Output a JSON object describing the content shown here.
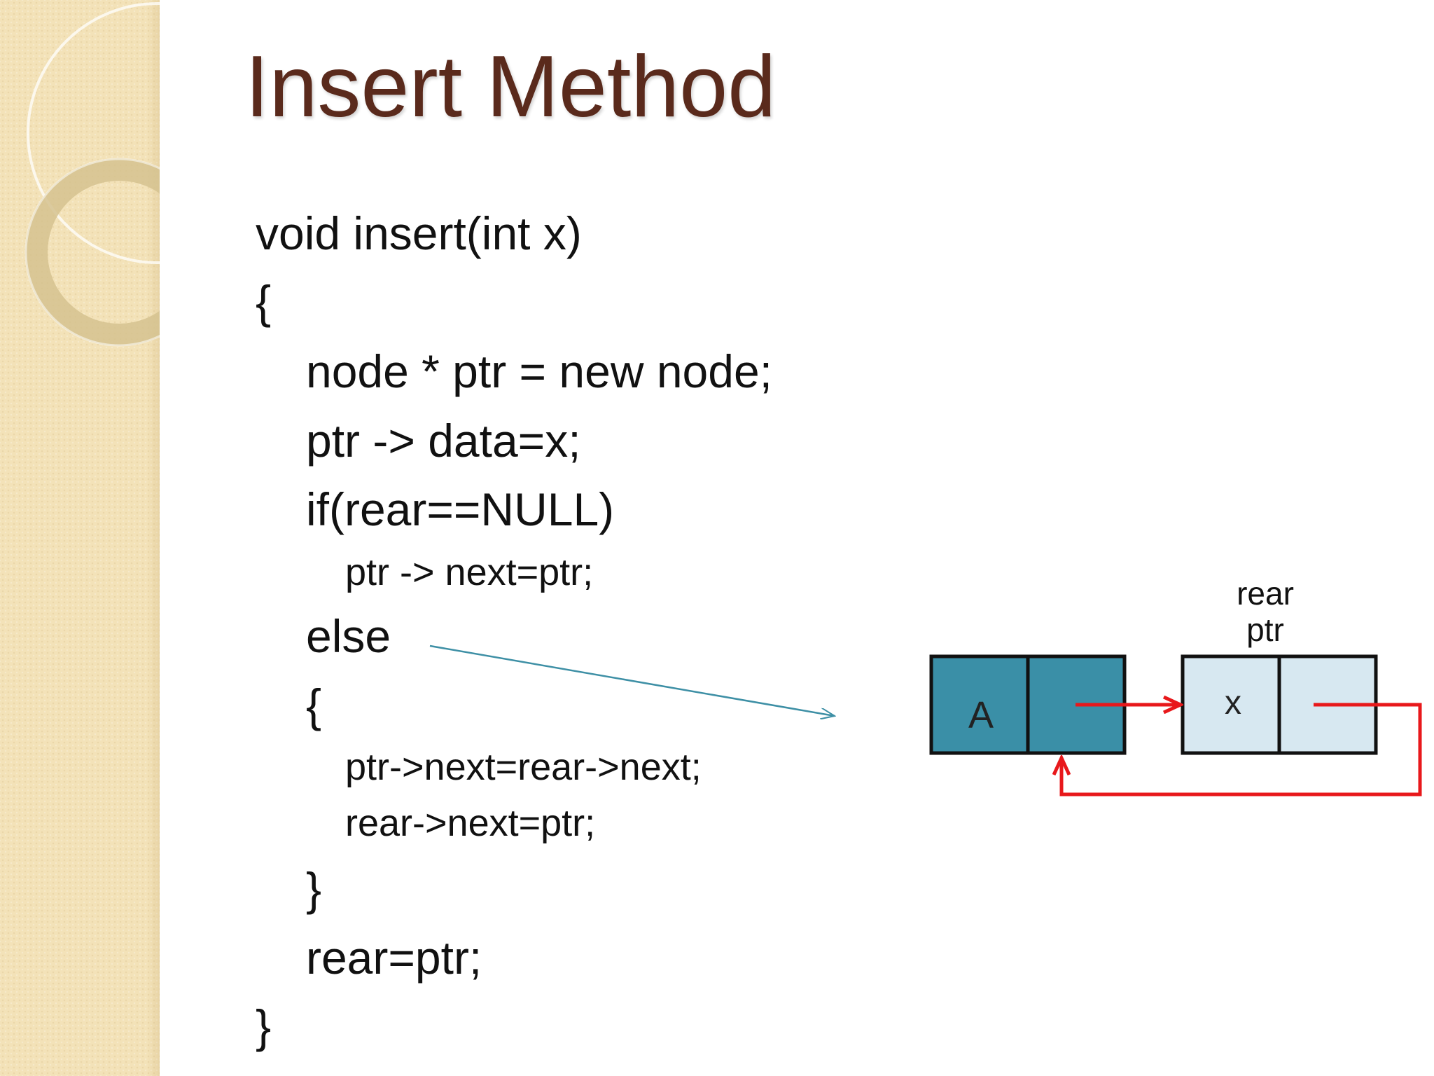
{
  "slide": {
    "title": "Insert Method"
  },
  "code": {
    "lines": [
      "void insert(int x)",
      "{",
      "node * ptr = new node;",
      "ptr -> data=x;",
      "if(rear==NULL)",
      "ptr -> next=ptr;",
      "else",
      "{",
      "ptr->next=rear->next;",
      "rear->next=ptr;",
      "}",
      "rear=ptr;",
      "}"
    ]
  },
  "diagram": {
    "node_a_label": "A",
    "node_x_label": "x",
    "pointer_label_line1": "rear",
    "pointer_label_line2": "ptr",
    "colors": {
      "node_a_fill": "#3a8fa7",
      "node_x_fill": "#d7e8f1",
      "link_arrow": "#e8181b",
      "callout_arrow": "#3d8fa5",
      "title": "#5a2a1c"
    }
  }
}
